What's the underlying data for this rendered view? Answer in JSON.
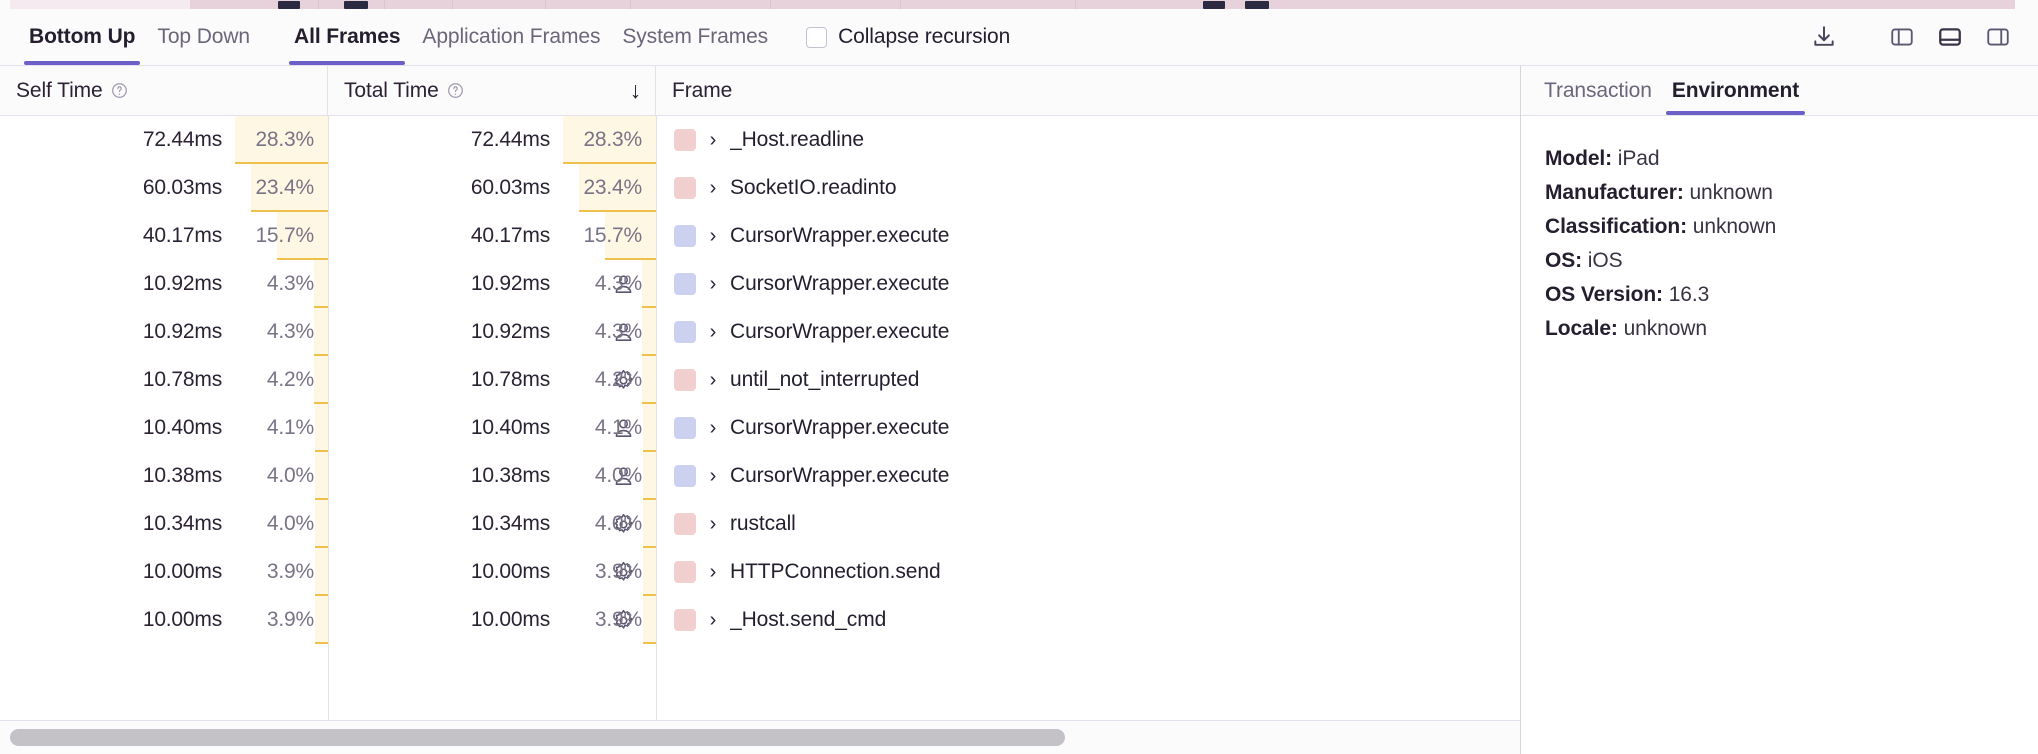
{
  "toolbar": {
    "tabs": [
      {
        "label": "Bottom Up",
        "active": true
      },
      {
        "label": "Top Down",
        "active": false
      }
    ],
    "frame_tabs": [
      {
        "label": "All Frames",
        "active": true
      },
      {
        "label": "Application Frames",
        "active": false
      },
      {
        "label": "System Frames",
        "active": false
      }
    ],
    "collapse_recursion_label": "Collapse recursion",
    "collapse_recursion_checked": false,
    "icons": [
      {
        "name": "download-icon",
        "title": "Export profile"
      },
      {
        "name": "panel-left-icon",
        "title": "Toggle left panel",
        "active": false
      },
      {
        "name": "panel-bottom-icon",
        "title": "Toggle bottom panel",
        "active": true
      },
      {
        "name": "panel-right-icon",
        "title": "Toggle right panel",
        "active": false
      }
    ]
  },
  "table": {
    "columns": [
      {
        "key": "self_time",
        "label": "Self Time",
        "has_info": true,
        "sorted": false
      },
      {
        "key": "total_time",
        "label": "Total Time",
        "has_info": true,
        "sorted": true,
        "sort_dir": "desc",
        "sort_glyph": "↓"
      },
      {
        "key": "frame",
        "label": "Frame",
        "has_info": false,
        "sorted": false
      }
    ],
    "rows": [
      {
        "self_time": "72.44ms",
        "self_pct": "28.3%",
        "self_pct_value": 28.3,
        "total_time": "72.44ms",
        "total_pct": "28.3%",
        "total_pct_value": 28.3,
        "symbol": "gear-icon",
        "swatch_color": "#f2cfcf",
        "expander": "›",
        "frame": "_Host.readline"
      },
      {
        "self_time": "60.03ms",
        "self_pct": "23.4%",
        "self_pct_value": 23.4,
        "total_time": "60.03ms",
        "total_pct": "23.4%",
        "total_pct_value": 23.4,
        "symbol": "gear-icon",
        "swatch_color": "#f2cfcf",
        "expander": "›",
        "frame": "SocketIO.readinto"
      },
      {
        "self_time": "40.17ms",
        "self_pct": "15.7%",
        "self_pct_value": 15.7,
        "total_time": "40.17ms",
        "total_pct": "15.7%",
        "total_pct_value": 15.7,
        "symbol": "person-icon",
        "swatch_color": "#ccd1f0",
        "expander": "›",
        "frame": "CursorWrapper.execute"
      },
      {
        "self_time": "10.92ms",
        "self_pct": "4.3%",
        "self_pct_value": 4.3,
        "total_time": "10.92ms",
        "total_pct": "4.3%",
        "total_pct_value": 4.3,
        "symbol": "person-icon",
        "swatch_color": "#ccd1f0",
        "expander": "›",
        "frame": "CursorWrapper.execute"
      },
      {
        "self_time": "10.92ms",
        "self_pct": "4.3%",
        "self_pct_value": 4.3,
        "total_time": "10.92ms",
        "total_pct": "4.3%",
        "total_pct_value": 4.3,
        "symbol": "person-icon",
        "swatch_color": "#ccd1f0",
        "expander": "›",
        "frame": "CursorWrapper.execute"
      },
      {
        "self_time": "10.78ms",
        "self_pct": "4.2%",
        "self_pct_value": 4.2,
        "total_time": "10.78ms",
        "total_pct": "4.2%",
        "total_pct_value": 4.2,
        "symbol": "gear-icon",
        "swatch_color": "#f2cfcf",
        "expander": "›",
        "frame": "until_not_interrupted"
      },
      {
        "self_time": "10.40ms",
        "self_pct": "4.1%",
        "self_pct_value": 4.1,
        "total_time": "10.40ms",
        "total_pct": "4.1%",
        "total_pct_value": 4.1,
        "symbol": "person-icon",
        "swatch_color": "#ccd1f0",
        "expander": "›",
        "frame": "CursorWrapper.execute"
      },
      {
        "self_time": "10.38ms",
        "self_pct": "4.0%",
        "self_pct_value": 4.0,
        "total_time": "10.38ms",
        "total_pct": "4.0%",
        "total_pct_value": 4.0,
        "symbol": "person-icon",
        "swatch_color": "#ccd1f0",
        "expander": "›",
        "frame": "CursorWrapper.execute"
      },
      {
        "self_time": "10.34ms",
        "self_pct": "4.0%",
        "self_pct_value": 4.0,
        "total_time": "10.34ms",
        "total_pct": "4.0%",
        "total_pct_value": 4.0,
        "symbol": "gear-icon",
        "swatch_color": "#f2cfcf",
        "expander": "›",
        "frame": "rustcall"
      },
      {
        "self_time": "10.00ms",
        "self_pct": "3.9%",
        "self_pct_value": 3.9,
        "total_time": "10.00ms",
        "total_pct": "3.9%",
        "total_pct_value": 3.9,
        "symbol": "gear-icon",
        "swatch_color": "#f2cfcf",
        "expander": "›",
        "frame": "HTTPConnection.send"
      },
      {
        "self_time": "10.00ms",
        "self_pct": "3.9%",
        "self_pct_value": 3.9,
        "total_time": "10.00ms",
        "total_pct": "3.9%",
        "total_pct_value": 3.9,
        "symbol": "gear-icon",
        "swatch_color": "#f2cfcf",
        "expander": "›",
        "frame": "_Host.send_cmd"
      }
    ]
  },
  "details": {
    "tabs": [
      {
        "label": "Transaction",
        "active": false
      },
      {
        "label": "Environment",
        "active": true
      }
    ],
    "environment": [
      {
        "key": "Model:",
        "value": "iPad"
      },
      {
        "key": "Manufacturer:",
        "value": "unknown"
      },
      {
        "key": "Classification:",
        "value": "unknown"
      },
      {
        "key": "OS:",
        "value": "iOS"
      },
      {
        "key": "OS Version:",
        "value": "16.3"
      },
      {
        "key": "Locale:",
        "value": "unknown"
      }
    ]
  },
  "colors": {
    "accent": "#6c5fc7",
    "bar_fill": "#fdf7e3",
    "bar_border": "#f0c04a",
    "system_frame": "#f2cfcf",
    "app_frame": "#ccd1f0",
    "flame_strip": "#e7d2dc"
  }
}
